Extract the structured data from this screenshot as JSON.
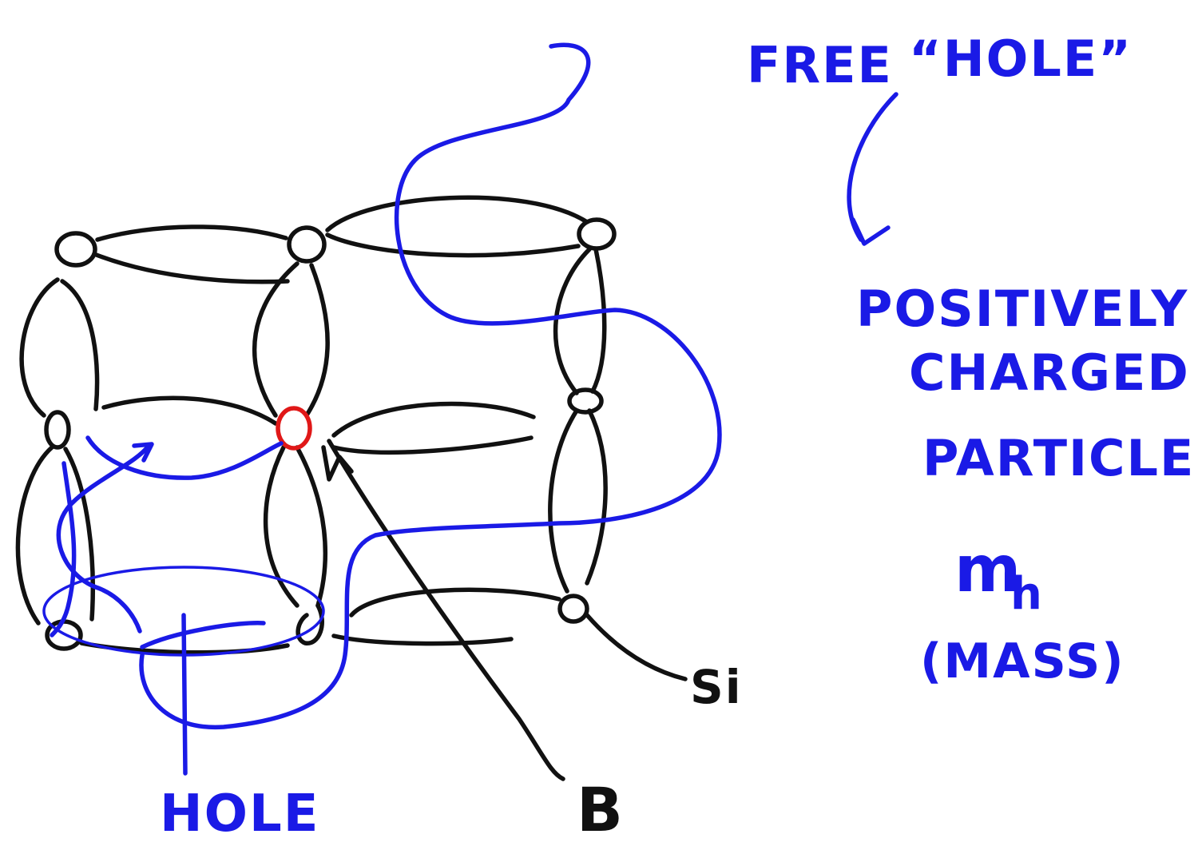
{
  "colors": {
    "black_ink": "#111111",
    "blue_ink": "#1a1ae6",
    "red_ink": "#e01818",
    "background": "#ffffff"
  },
  "labels": {
    "title_free": "FREE",
    "title_hole": "“HOLE”",
    "desc_line1": "POSITIVELY",
    "desc_line2": "CHARGED",
    "desc_line3": "PARTICLE",
    "mass_symbol": "m",
    "mass_subscript": "h",
    "mass_caption": "(MASS)",
    "hole_label": "HOLE",
    "boron_label": "B",
    "silicon_label": "Si"
  }
}
